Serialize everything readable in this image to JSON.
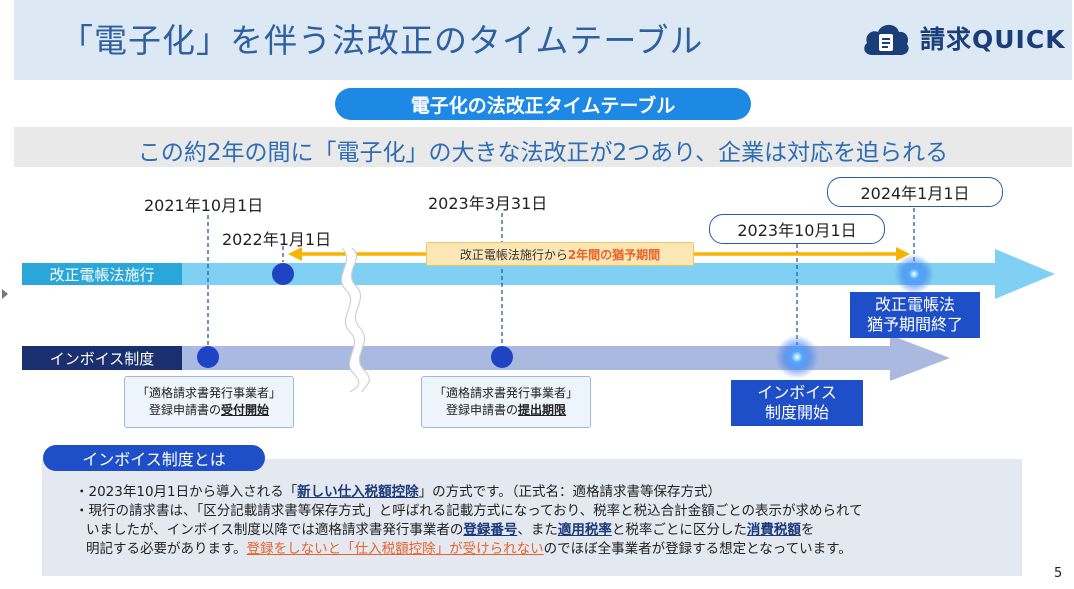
{
  "header": {
    "title": "「電子化」を伴う法改正のタイムテーブル",
    "logo_text": "請求QUICK",
    "logo_icon": "cloud-document-icon"
  },
  "section_pill": "電子化の法改正タイムテーブル",
  "subtitle": "この約2年の間に「電子化」の大きな法改正が2つあり、企業は対応を迫られる",
  "timeline": {
    "rows": [
      {
        "label": "改正電帳法施行"
      },
      {
        "label": "インボイス制度"
      }
    ],
    "dates": {
      "d2021_10_1": "2021年10月1日",
      "d2022_1_1": "2022年1月1日",
      "d2023_3_31": "2023年3月31日",
      "d2023_10_1": "2023年10月1日",
      "d2024_1_1": "2024年1月1日"
    },
    "grace": {
      "prefix": "改正電帳法施行から",
      "highlight": "2年間の猶予期間"
    },
    "end_box": [
      "改正電帳法",
      "猶予期間終了"
    ],
    "invoice_start_box": [
      "インボイス",
      "制度開始"
    ],
    "note1": {
      "line1": "「適格請求書発行事業者」",
      "line2_pre": "登録申請書の",
      "line2_bold": "受付開始"
    },
    "note2": {
      "line1": "「適格請求書発行事業者」",
      "line2_pre": "登録申請書の",
      "line2_bold": "提出期限"
    },
    "colors": {
      "row1": "#7fd0f2",
      "row2": "#a9b9e0",
      "marker": "#1e44c4",
      "grace_arrow": "#f5b400"
    }
  },
  "info": {
    "pill": "インボイス制度とは",
    "l1_a": "・2023年10月1日から導入される「",
    "l1_b": "新しい仕入税額控除",
    "l1_c": "」の方式です。（正式名：適格請求書等保存方式）",
    "l2": "・現行の請求書は、「区分記載請求書等保存方式」と呼ばれる記載方式になっており、税率と税込合計金額ごとの表示が求められて",
    "l3_a": "いましたが、インボイス制度以降では適格請求書発行事業者の",
    "l3_b": "登録番号",
    "l3_c": "、また",
    "l3_d": "適用税率",
    "l3_e": "と税率ごとに区分した",
    "l3_f": "消費税額",
    "l3_g": "を",
    "l4_a": "明記する必要があります。",
    "l4_b": "登録をしないと「仕入税額控除」が受けられない",
    "l4_c": "のでほぼ全事業者が登録する想定となっています。"
  },
  "page_number": "5"
}
